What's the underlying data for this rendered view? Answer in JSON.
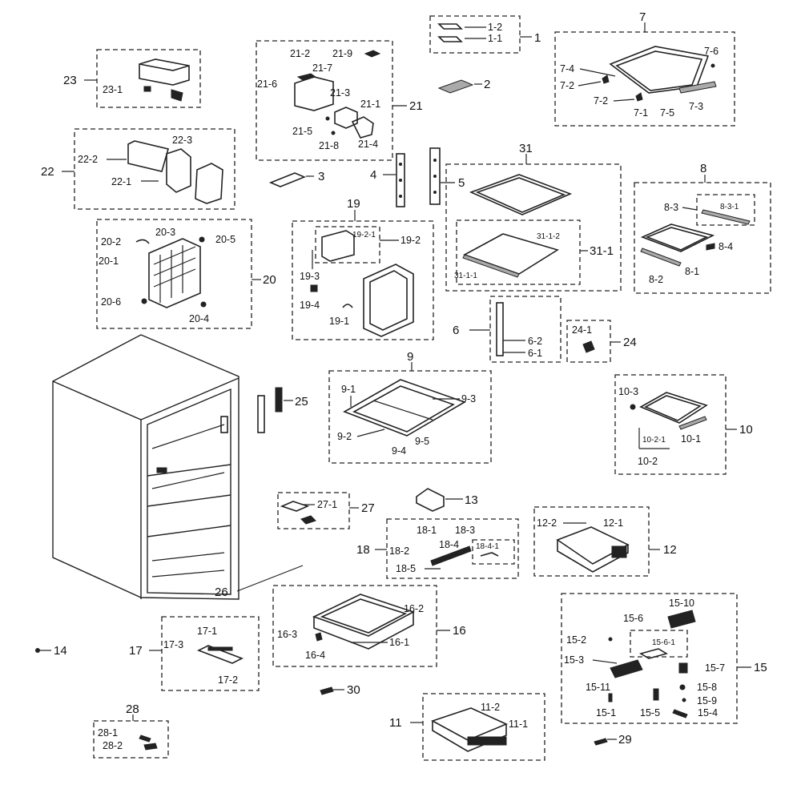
{
  "labels": {
    "p1": "1",
    "p1_1": "1-1",
    "p1_2": "1-2",
    "p2": "2",
    "p3": "3",
    "p4": "4",
    "p5": "5",
    "p6": "6",
    "p6_1": "6-1",
    "p6_2": "6-2",
    "p7": "7",
    "p7_1": "7-1",
    "p7_2": "7-2",
    "p7_2b": "7-2",
    "p7_3": "7-3",
    "p7_4": "7-4",
    "p7_5": "7-5",
    "p7_6": "7-6",
    "p8": "8",
    "p8_1": "8-1",
    "p8_2": "8-2",
    "p8_3": "8-3",
    "p8_3_1": "8-3-1",
    "p8_4": "8-4",
    "p9": "9",
    "p9_1": "9-1",
    "p9_2": "9-2",
    "p9_3": "9-3",
    "p9_4": "9-4",
    "p9_5": "9-5",
    "p10": "10",
    "p10_1": "10-1",
    "p10_2": "10-2",
    "p10_2_1": "10-2-1",
    "p10_3": "10-3",
    "p11": "11",
    "p11_1": "11-1",
    "p11_2": "11-2",
    "p12": "12",
    "p12_1": "12-1",
    "p12_2": "12-2",
    "p13": "13",
    "p14": "14",
    "p15": "15",
    "p15_1": "15-1",
    "p15_2": "15-2",
    "p15_3": "15-3",
    "p15_4": "15-4",
    "p15_5": "15-5",
    "p15_6": "15-6",
    "p15_6_1": "15-6-1",
    "p15_7": "15-7",
    "p15_8": "15-8",
    "p15_9": "15-9",
    "p15_10": "15-10",
    "p15_11": "15-11",
    "p16": "16",
    "p16_1": "16-1",
    "p16_2": "16-2",
    "p16_3": "16-3",
    "p16_4": "16-4",
    "p17": "17",
    "p17_1": "17-1",
    "p17_2": "17-2",
    "p17_3": "17-3",
    "p18": "18",
    "p18_1": "18-1",
    "p18_2": "18-2",
    "p18_3": "18-3",
    "p18_4": "18-4",
    "p18_4_1": "18-4-1",
    "p18_5": "18-5",
    "p19": "19",
    "p19_1": "19-1",
    "p19_2": "19-2",
    "p19_2_1": "19-2-1",
    "p19_3": "19-3",
    "p19_4": "19-4",
    "p20": "20",
    "p20_1": "20-1",
    "p20_2": "20-2",
    "p20_3": "20-3",
    "p20_4": "20-4",
    "p20_5": "20-5",
    "p20_6": "20-6",
    "p21": "21",
    "p21_1": "21-1",
    "p21_2": "21-2",
    "p21_3": "21-3",
    "p21_4": "21-4",
    "p21_5": "21-5",
    "p21_6": "21-6",
    "p21_7": "21-7",
    "p21_8": "21-8",
    "p21_9": "21-9",
    "p22": "22",
    "p22_1": "22-1",
    "p22_2": "22-2",
    "p22_3": "22-3",
    "p23": "23",
    "p23_1": "23-1",
    "p24": "24",
    "p24_1": "24-1",
    "p25": "25",
    "p26": "26",
    "p27": "27",
    "p27_1": "27-1",
    "p28": "28",
    "p28_1": "28-1",
    "p28_2": "28-2",
    "p29": "29",
    "p30": "30",
    "p31": "31",
    "p31_1": "31-1",
    "p31_1_1": "31-1-1",
    "p31_1_2": "31-1-2"
  }
}
